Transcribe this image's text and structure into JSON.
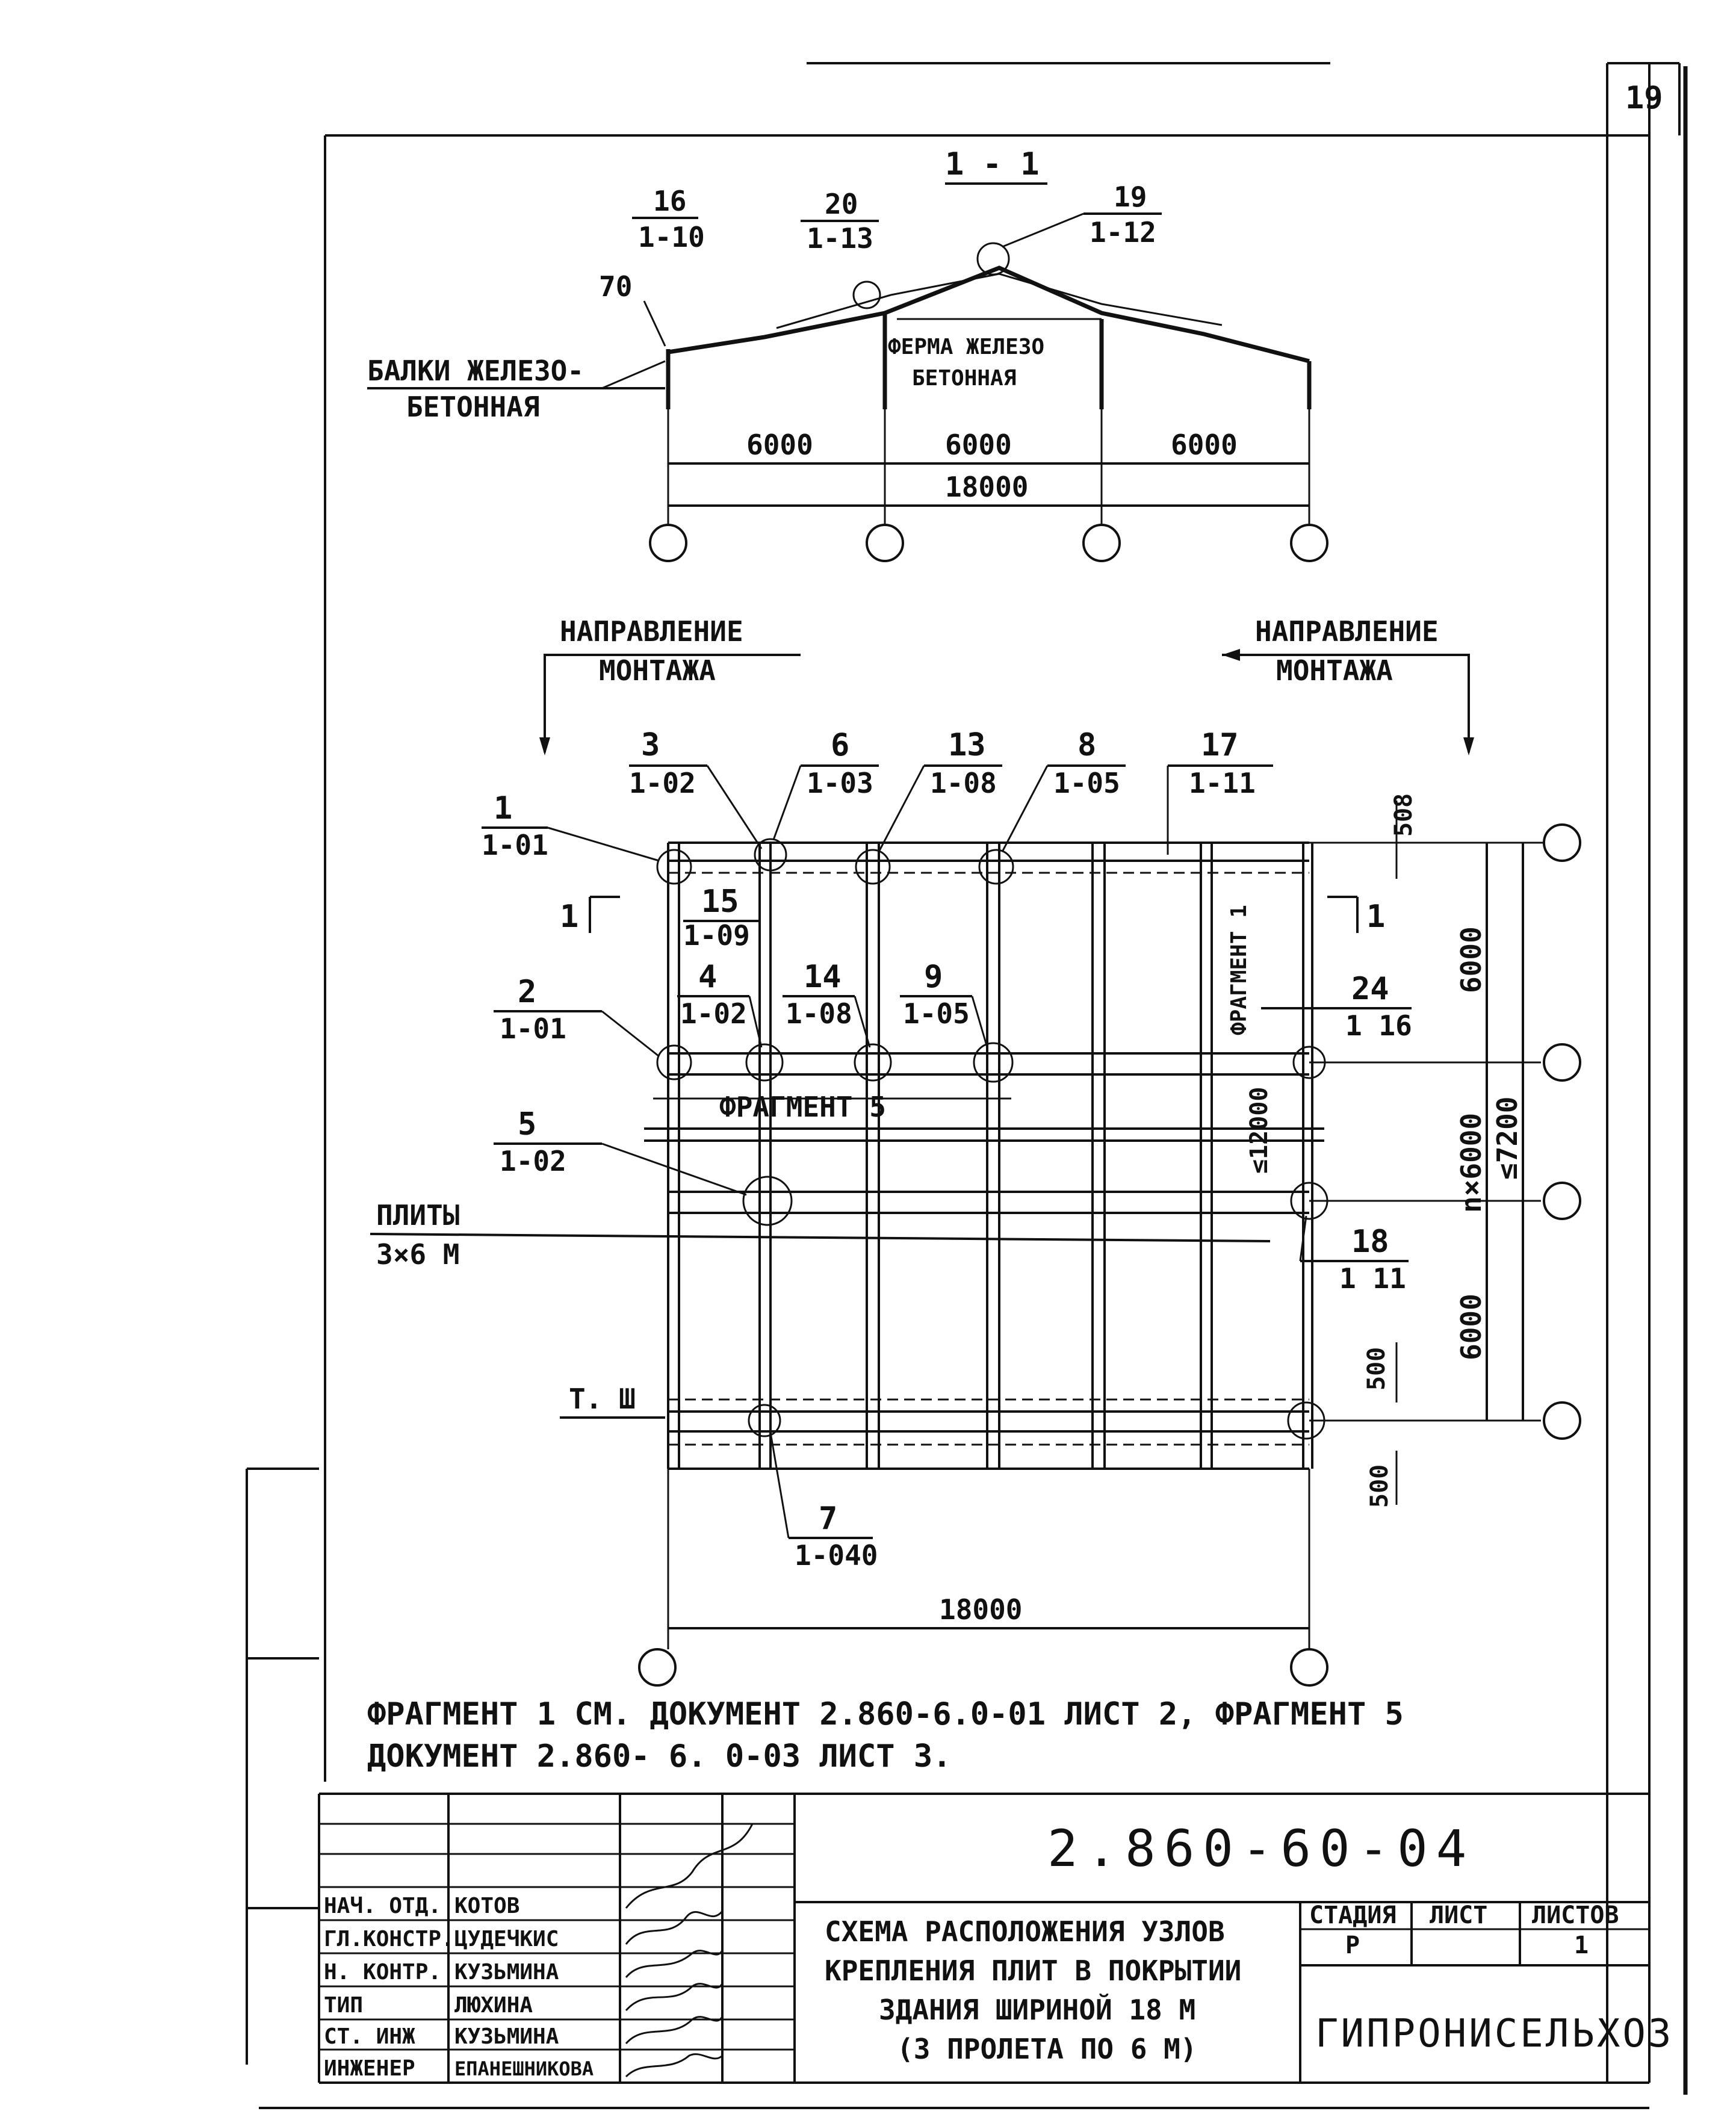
{
  "sheet_number": "19",
  "section": {
    "title": "1 - 1",
    "callouts": [
      {
        "top": "16",
        "bottom": "1-10"
      },
      {
        "top": "20",
        "bottom": "1-13"
      },
      {
        "top": "19",
        "bottom": "1-12"
      },
      {
        "top": "70",
        "bottom": ""
      }
    ],
    "beam_label_line1": "БАЛКИ ЖЕЛЕЗО-",
    "beam_label_line2": "БЕТОННАЯ",
    "truss_label_line1": "ФЕРМА ЖЕЛЕЗО",
    "truss_label_line2": "БЕТОННАЯ",
    "spans": [
      "6000",
      "6000",
      "6000"
    ],
    "total": "18000"
  },
  "plan": {
    "direction_left_line1": "НАПРАВЛЕНИЕ",
    "direction_left_line2": "МОНТАЖА",
    "direction_right_line1": "НАПРАВЛЕНИЕ",
    "direction_right_line2": "МОНТАЖА",
    "callouts": [
      {
        "top": "1",
        "bottom": "1-01"
      },
      {
        "top": "3",
        "bottom": "1-02"
      },
      {
        "top": "6",
        "bottom": "1-03"
      },
      {
        "top": "13",
        "bottom": "1-08"
      },
      {
        "top": "8",
        "bottom": "1-05"
      },
      {
        "top": "17",
        "bottom": "1-11"
      },
      {
        "top": "15",
        "bottom": "1-09"
      },
      {
        "top": "4",
        "bottom": "1-02"
      },
      {
        "top": "14",
        "bottom": "1-08"
      },
      {
        "top": "9",
        "bottom": "1-05"
      },
      {
        "top": "2",
        "bottom": "1-01"
      },
      {
        "top": "24",
        "bottom": "1 16"
      },
      {
        "top": "5",
        "bottom": "1-02"
      },
      {
        "top": "18",
        "bottom": "1 11"
      },
      {
        "top": "7",
        "bottom": "1-040"
      }
    ],
    "section_mark": "1",
    "fragment1": "ФРАГМЕНТ 1",
    "fragment5": "ФРАГМЕНТ 5",
    "slabs_line1": "ПЛИТЫ",
    "slabs_line2": "3×6 М",
    "tsh": "Т. Ш",
    "dim_508": "508",
    "dim_500a": "500",
    "dim_500b": "500",
    "dim_6000a": "6000",
    "dim_6000b": "6000",
    "dim_n6000": "n×6000",
    "dim_12000": "≤12000",
    "dim_7200": "≤7200",
    "width": "18000"
  },
  "note_line1": "ФРАГМЕНТ 1  СМ. ДОКУМЕНТ  2.860-6.0-01 ЛИСТ 2,  ФРАГМЕНТ 5",
  "note_line2": "ДОКУМЕНТ 2.860- 6. 0-03 ЛИСТ 3.",
  "title_block": {
    "doc_number": "2.860-60-04",
    "title_line1": "СХЕМА РАСПОЛОЖЕНИЯ УЗЛОВ",
    "title_line2": "КРЕПЛЕНИЯ ПЛИТ В ПОКРЫТИИ",
    "title_line3": "ЗДАНИЯ ШИРИНОЙ 18 М",
    "title_line4": "(3 ПРОЛЕТА ПО 6 М)",
    "stage_label": "СТАДИЯ",
    "sheet_label": "ЛИСТ",
    "sheets_label": "ЛИСТОВ",
    "stage": "Р",
    "sheets": "1",
    "org": "ГИПРОНИСЕЛЬХОЗ",
    "staff": [
      {
        "role": "НАЧ. ОТД.",
        "name": "КОТОВ"
      },
      {
        "role": "ГЛ.КОНСТР.",
        "name": "ЦУДЕЧКИС"
      },
      {
        "role": "Н. КОНТР.",
        "name": "КУЗЬМИНА"
      },
      {
        "role": "ТИП",
        "name": "ЛЮХИНА"
      },
      {
        "role": "СТ. ИНЖ",
        "name": "КУЗЬМИНА"
      },
      {
        "role": "ИНЖЕНЕР",
        "name": "ЕПАНЕШНИКОВА"
      }
    ]
  }
}
